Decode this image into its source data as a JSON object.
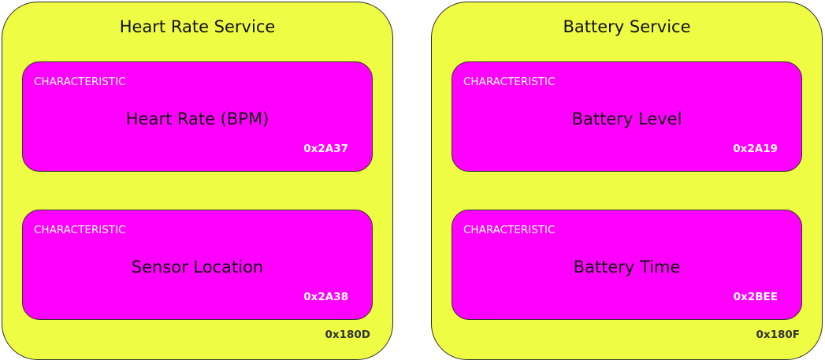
{
  "colors": {
    "service_fill": "#eefd43",
    "characteristic_fill": "#ff00ff",
    "border": "#2a2a2a"
  },
  "services": [
    {
      "title": "Heart Rate Service",
      "uuid": "0x180D",
      "characteristics": [
        {
          "kind": "CHARACTERISTIC",
          "name": "Heart Rate (BPM)",
          "uuid": "0x2A37"
        },
        {
          "kind": "CHARACTERISTIC",
          "name": "Sensor Location",
          "uuid": "0x2A38"
        }
      ]
    },
    {
      "title": "Battery Service",
      "uuid": "0x180F",
      "characteristics": [
        {
          "kind": "CHARACTERISTIC",
          "name": "Battery Level",
          "uuid": "0x2A19"
        },
        {
          "kind": "CHARACTERISTIC",
          "name": "Battery Time",
          "uuid": "0x2BEE"
        }
      ]
    }
  ]
}
